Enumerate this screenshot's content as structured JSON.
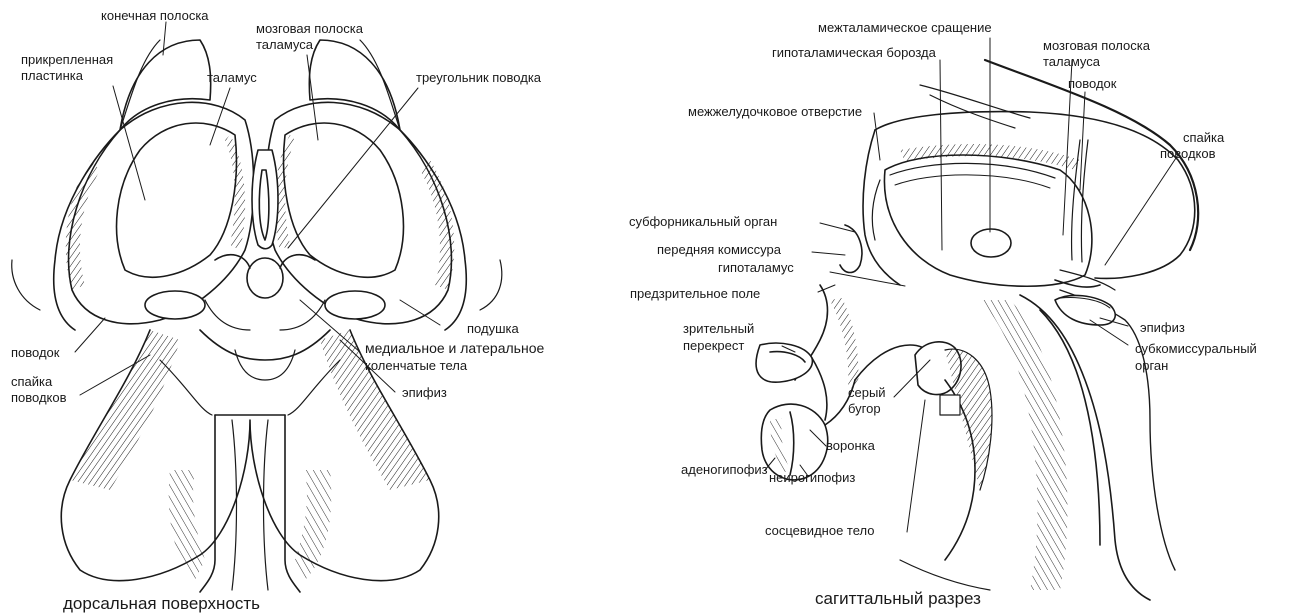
{
  "left_panel": {
    "caption": "дорсальная поверхность",
    "labels": {
      "konechnaya": "конечная полоска",
      "mozgovaya_1": "мозговая полоска",
      "mozgovaya_2": "таламуса",
      "prikreplennaya_1": "прикрепленная",
      "prikreplennaya_2": "пластинка",
      "talamus": "таламус",
      "treugolnik": "треугольник поводка",
      "podushka": "подушка",
      "povodok": "поводок",
      "medialnoe_1": "медиальное и латеральное",
      "medialnoe_2": "коленчатые тела",
      "spaika_1": "спайка",
      "spaika_2": "поводков",
      "epifiz": "эпифиз"
    }
  },
  "right_panel": {
    "caption": "сагиттальный разрез",
    "labels": {
      "mezhtalamicheskoe": "межталамическое сращение",
      "gipotalamicheskaya": "гипоталамическая борозда",
      "mozgovaya_1": "мозговая полоска",
      "mozgovaya_2": "таламуса",
      "povodok": "поводок",
      "mezhzheludochkovoe": "межжелудочковое отверстие",
      "spaika_1": "спайка",
      "spaika_2": "поводков",
      "subfornikalny": "субфорникальный орган",
      "perednyaya": "передняя комиссура",
      "gipotalamus": "гипоталамус",
      "predzritelnoe": "предзрительное поле",
      "zritelny_1": "зрительный",
      "zritelny_2": "перекрест",
      "epifiz": "эпифиз",
      "subkomissuralny_1": "субкомиссуральный",
      "subkomissuralny_2": "орган",
      "sery_1": "серый",
      "sery_2": "бугор",
      "voronka": "воронка",
      "adenogipofiz": "аденогипофиз",
      "neyrogipofiz": "неирогипофиз",
      "sostsevidnoe": "сосцевидное тело"
    }
  }
}
